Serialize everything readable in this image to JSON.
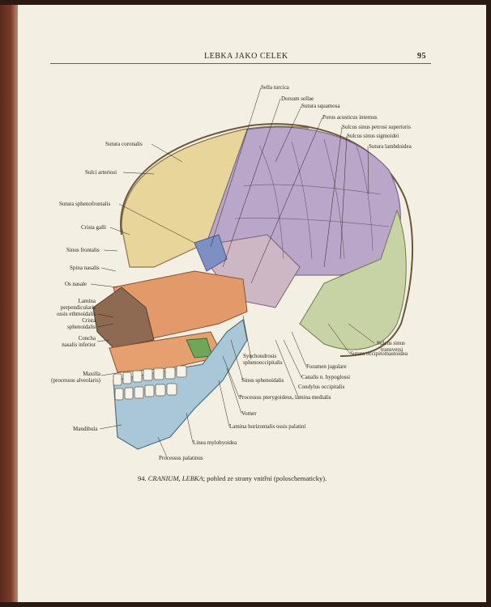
{
  "header": {
    "title": "LEBKA JAKO CELEK",
    "page_number": "95"
  },
  "labels": {
    "sella_turcica": "Sella turcica",
    "dorsum_sellae": "Dorsum sellae",
    "sutura_squamosa": "Sutura squamosa",
    "porus_acusticus": "Porus acusticus internus",
    "sulcus_petrosi": "Sulcus sinus petrosi superioris",
    "sulcus_sigmoidei": "Sulcus sinus sigmoidei",
    "sutura_lambdoidea": "Sutura lambdoidea",
    "sutura_coronalis": "Sutura coronalis",
    "sulci_arteriosi": "Sulci arteriosi",
    "sutura_sphenofrontalis": "Sutura sphenofrontalis",
    "crista_galli": "Crista galli",
    "sinus_frontalis": "Sinus frontalis",
    "spina_nasalis": "Spina nasalis",
    "os_nasale": "Os nasale",
    "lamina_1": "Lamina",
    "lamina_2": "perpendicularis",
    "lamina_3": "ossis ethmoidalis",
    "crista_sph_1": "Crista",
    "crista_sph_2": "sphenoidalis",
    "concha_1": "Concha",
    "concha_2": "nasalis inferior",
    "maxilla_1": "Maxilla",
    "maxilla_2": "(processus alveolaris)",
    "mandibula": "Mandibula",
    "processus_palatinus": "Processus palatinus",
    "linea_mylohyoidea": "Linea mylohyoidea",
    "lamina_horizontalis": "Lamina horizontalis ossis palatini",
    "vomer": "Vomer",
    "processus_pterygoideus": "Processus pterygoideus, lamina medialis",
    "sinus_sphenoidalis": "Sinus sphenoidalis",
    "condylus_occipitalis": "Condylus occipitalis",
    "canalis_hypoglossi": "Canalis n. hypoglossi",
    "synchondrosis_1": "Synchondrosis",
    "synchondrosis_2": "sphenooccipitalis",
    "foramen_jugulare": "Foramen jugulare",
    "sutura_occipitomastoidea": "Sutura occipitomastoidea",
    "sulcus_transversi_1": "Sulcus sinus",
    "sulcus_transversi_2": "transversi"
  },
  "caption": {
    "number": "94.",
    "title": "CRANIUM, LEBKA",
    "text": "; pohled ze strany vnitřní (poloschematicky)."
  }
}
